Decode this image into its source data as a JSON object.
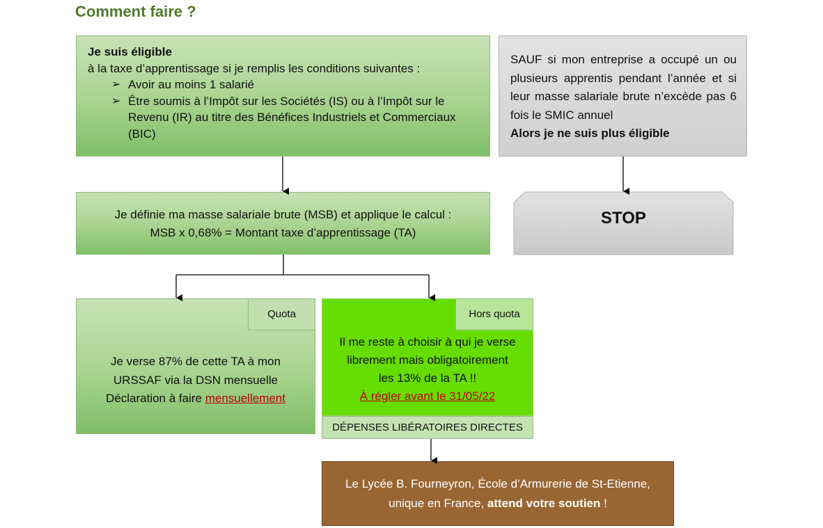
{
  "title": "Comment faire ?",
  "eligible_box": {
    "heading": "Je suis éligible",
    "intro": "à la taxe d’apprentissage si je remplis les conditions suivantes :",
    "conditions": [
      "Avoir au moins 1 salarié",
      "Être soumis à l’Impôt sur les Sociétés (IS) ou à l’Impôt sur le Revenu (IR) au titre des Bénéfices Industriels et Commerciaux (BIC)"
    ]
  },
  "exception_box": {
    "text": "SAUF si mon entreprise a occupé un ou plusieurs apprentis pendant l’année et si leur masse salariale brute n’excède pas 6 fois le SMIC annuel",
    "conclusion": "Alors je ne suis plus éligible"
  },
  "stop_label": "STOP",
  "calc_box": {
    "line1": "Je définie ma masse salariale brute (MSB) et applique le calcul :",
    "line2": "MSB x 0,68% = Montant taxe d’apprentissage (TA)"
  },
  "quota_box": {
    "tab": "Quota",
    "line1": "Je verse 87% de cette TA à mon",
    "line2": "URSSAF via la DSN mensuelle",
    "line3_prefix": "Déclaration à faire ",
    "line3_link": "mensuellement"
  },
  "hors_quota_box": {
    "tab": "Hors quota",
    "line1": "Il me reste à choisir à qui je verse",
    "line2": "librement mais obligatoirement",
    "line3": "les 13% de la TA !!",
    "deadline": "À régler avant le 31/05/22",
    "footer": "DÉPENSES LIBÉRATOIRES DIRECTES"
  },
  "support_box": {
    "line1": "Le Lycée B. Fourneyron, École d’Armurerie de St-Etienne,",
    "line2_prefix": "unique en France, ",
    "line2_bold": "attend votre soutien",
    "line2_suffix": " !"
  },
  "colors": {
    "title": "#4e7a2b",
    "green_box": "#a8d38f",
    "bright_green": "#66dd00",
    "grey_box": "#d9d9d9",
    "brown_box": "#996633",
    "link_red": "#c00000"
  }
}
